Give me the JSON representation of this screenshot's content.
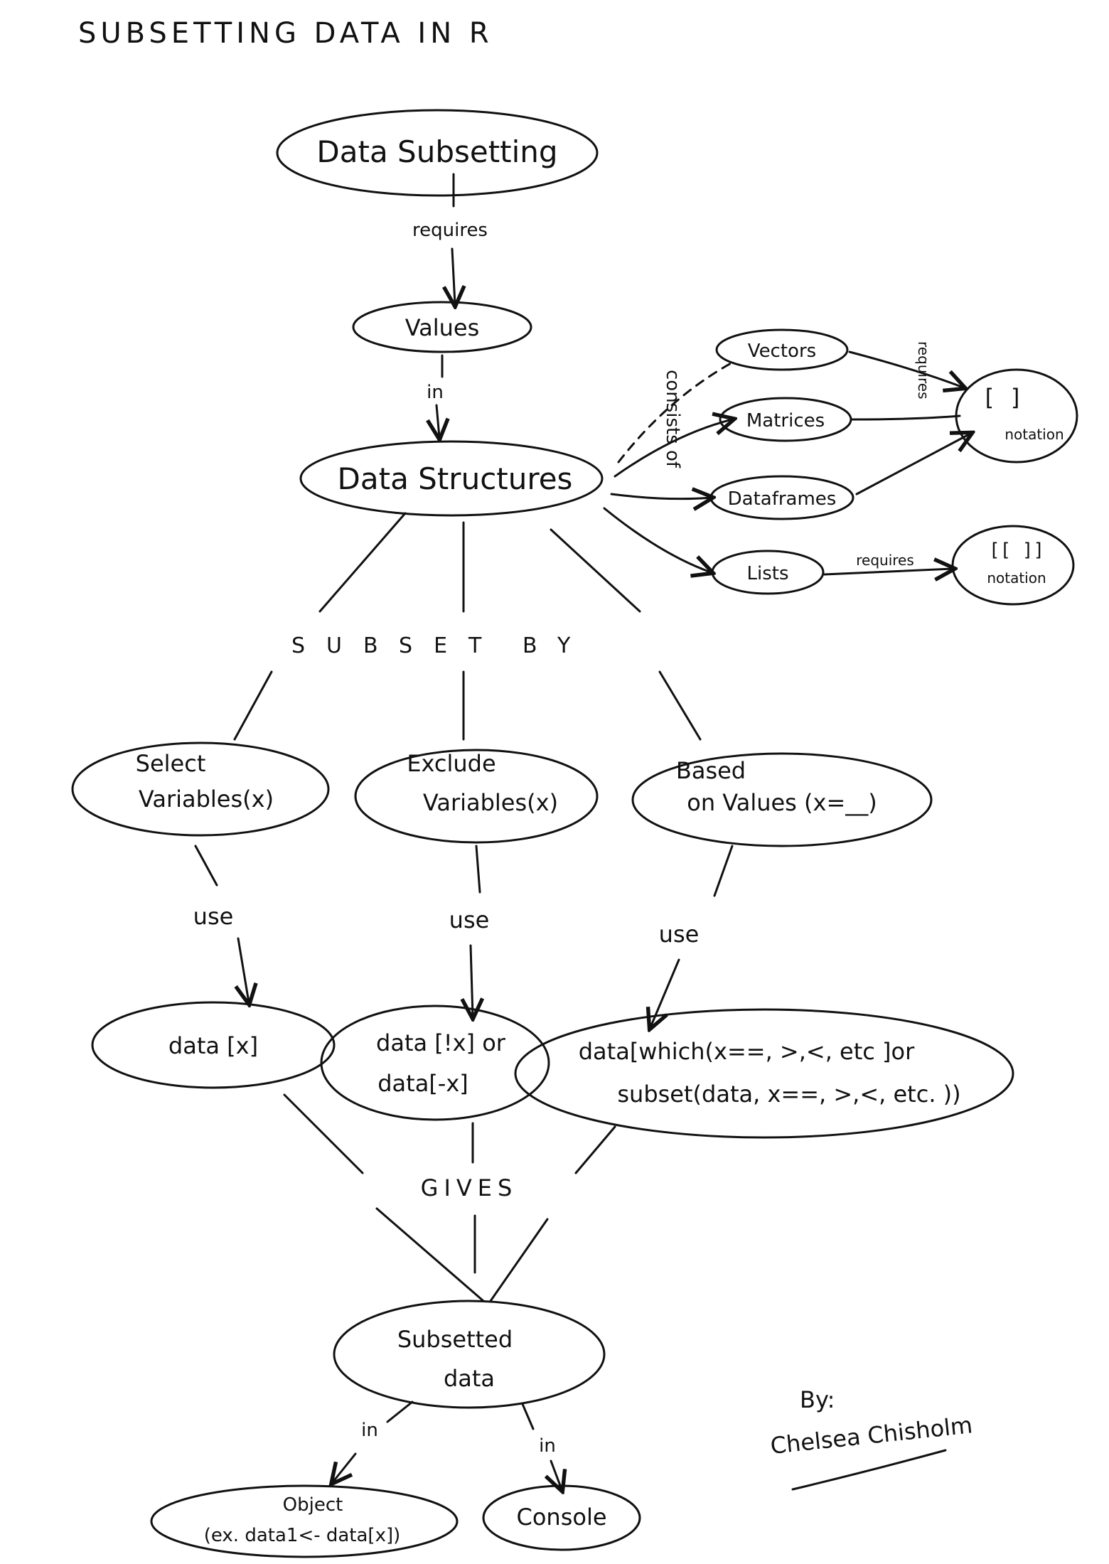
{
  "title": "SUBSETTING DATA IN R",
  "nodes": {
    "data_subsetting": "Data Subsetting",
    "values": "Values",
    "data_structures": "Data Structures",
    "vectors": "Vectors",
    "matrices": "Matrices",
    "dataframes": "Dataframes",
    "lists": "Lists",
    "single_bracket": "[ ]",
    "single_bracket_caption": "notation",
    "double_bracket": "[[ ]]",
    "double_bracket_caption": "notation",
    "select_line1": "Select",
    "select_line2": "Variables(x)",
    "exclude_line1": "Exclude",
    "exclude_line2": "Variables(x)",
    "based_line1": "Based",
    "based_line2": "on Values (x=__)",
    "data_x": "data [x]",
    "data_notx_line1": "data [!x] or",
    "data_notx_line2": "data[-x]",
    "which_line1": "data[which(x==, >,<, etc ]or",
    "which_line2": "subset(data, x==, >,<, etc. ))",
    "subsetted_line1": "Subsetted",
    "subsetted_line2": "data",
    "object_line1": "Object",
    "object_line2": "(ex. data1<- data[x])",
    "console": "Console"
  },
  "edges": {
    "requires": "requires",
    "in": "in",
    "consists_of": "consists of",
    "requires_small": "requires",
    "requires_lists": "requires",
    "subset_by_1": "SUBSET",
    "subset_by_2": "BY",
    "use": "use",
    "gives": "GIVES",
    "in_left": "in",
    "in_right": "in"
  },
  "signature": {
    "line1": "By:",
    "line2": "Chelsea Chisholm"
  }
}
